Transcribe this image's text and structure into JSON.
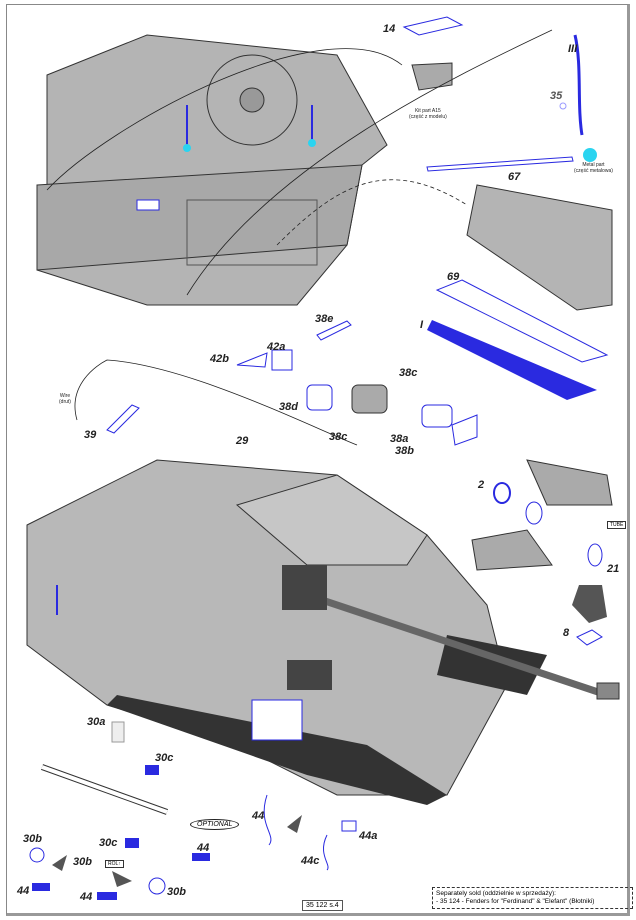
{
  "labels": {
    "p14": "14",
    "p3": "III",
    "p35": "35",
    "p67": "67",
    "p69": "69",
    "p1": "I",
    "p38e": "38e",
    "p42b": "42b",
    "p42a": "42a",
    "p38d": "38d",
    "p38c_top": "38c",
    "p38c_bot": "38c",
    "p38a": "38a",
    "p38b": "38b",
    "p39": "39",
    "p29": "29",
    "p2": "2",
    "p21": "21",
    "p8": "8",
    "p30a": "30a",
    "p30c_top": "30c",
    "p30c_bot": "30c",
    "p30b_left": "30b",
    "p30b_mid": "30b",
    "p30b_right": "30b",
    "p44_a": "44",
    "p44_b": "44",
    "p44_c": "44",
    "p44_d": "44",
    "p44a": "44a",
    "p44c": "44c"
  },
  "notes": {
    "kit_part": "Kit part A15",
    "kit_part_pl": "(część z modelu)",
    "metal_part": "Metal part",
    "metal_part_pl": "(część metalowa)",
    "wire": "Wire",
    "wire_pl": "(drut)",
    "tube": "TUBE",
    "rol": "ROL↑",
    "optional": "OPTIONAL",
    "page_ref": "35 122 s.4",
    "separately_line1": "Separately sold (oddzielnie w sprzedaży):",
    "separately_line2": "- 35 124 - Fenders for \"Ferdinand\" & \"Elefant\" (Błotniki)"
  },
  "colors": {
    "part_blue": "#2a2ae0",
    "hull_grey": "#b4b4b4",
    "metal_cyan": "#2ad4f0"
  }
}
